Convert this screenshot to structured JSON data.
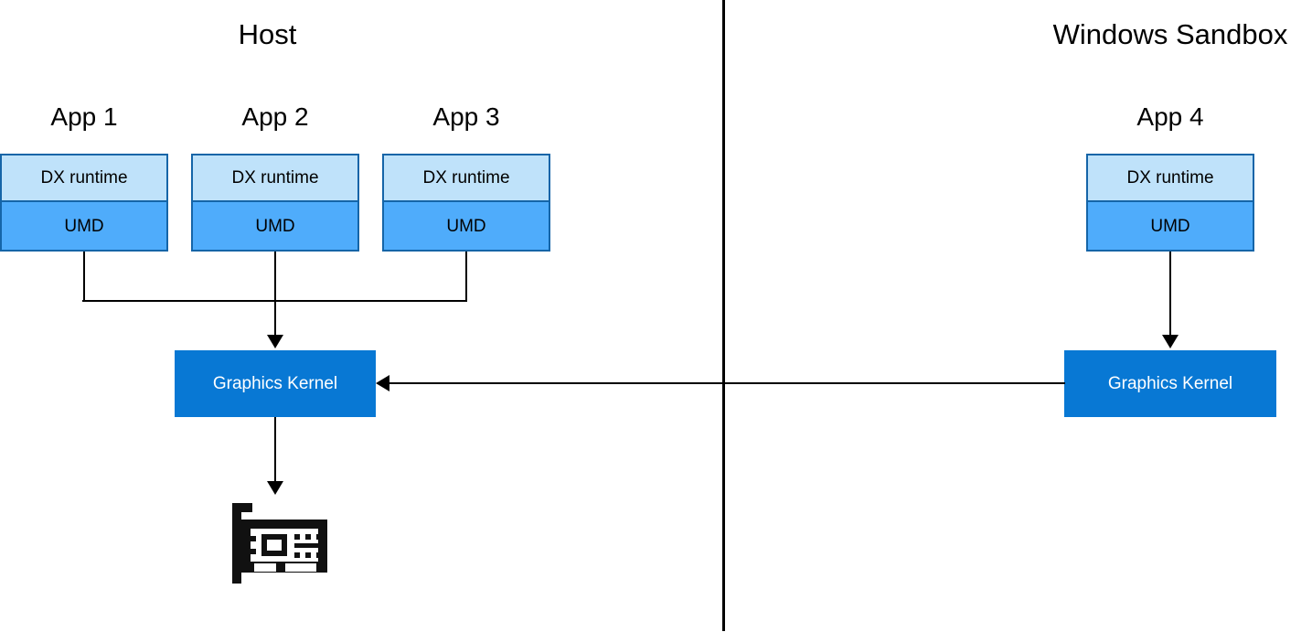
{
  "diagram": {
    "title_left": "Host",
    "title_right": "Windows Sandbox",
    "apps": [
      {
        "label": "App 1",
        "dx_runtime": "DX runtime",
        "umd": "UMD"
      },
      {
        "label": "App 2",
        "dx_runtime": "DX runtime",
        "umd": "UMD"
      },
      {
        "label": "App 3",
        "dx_runtime": "DX runtime",
        "umd": "UMD"
      },
      {
        "label": "App 4",
        "dx_runtime": "DX runtime",
        "umd": "UMD"
      }
    ],
    "kernel_host": "Graphics Kernel",
    "kernel_sandbox": "Graphics Kernel",
    "gpu_icon_name": "gpu-card-icon",
    "colors": {
      "dx_runtime_fill": "#BFE2FA",
      "umd_fill": "#4FACFB",
      "box_border": "#1565A8",
      "kernel_fill": "#0878D4",
      "kernel_text": "#FFFFFF",
      "connector": "#000000",
      "background": "#FFFFFF"
    }
  }
}
